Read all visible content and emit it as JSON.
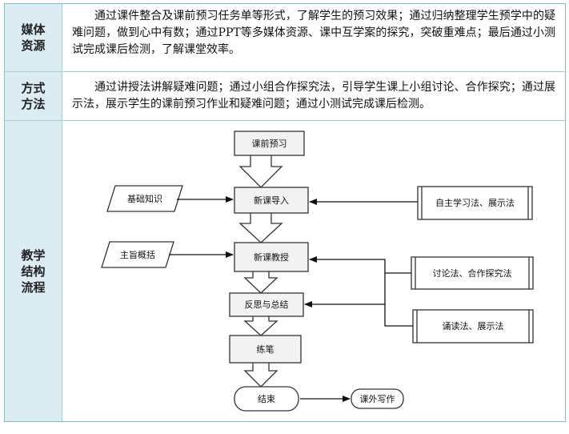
{
  "rows": [
    {
      "header": "媒体资源",
      "text": "通过课件整合及课前预习任务单等形式，了解学生的预习效果；通过归纳整理学生预学中的疑难问题，做到心中有数；通过PPT等多媒体资源、课中互学案的探究，突破重难点；最后通过小测试完成课后检测，了解课堂效率。"
    },
    {
      "header": "方式方法",
      "text": "通过讲授法讲解疑难问题；通过小组合作探究法，引导学生课上小组讨论、合作探究；通过展示法，展示学生的课前预习作业和疑难问题；通过小测试完成课后检测。"
    },
    {
      "header": "教学结构流程",
      "text": ""
    }
  ],
  "flowchart": {
    "steps": [
      "课前预习",
      "新课导入",
      "新课教授",
      "反思与总结",
      "练笔",
      "结束"
    ],
    "inputs": [
      "基础知识",
      "主旨概括"
    ],
    "methods": [
      "自主学习法、展示法",
      "讨论法、合作探究法",
      "诵读法、展示法"
    ],
    "output": "课外写作"
  }
}
